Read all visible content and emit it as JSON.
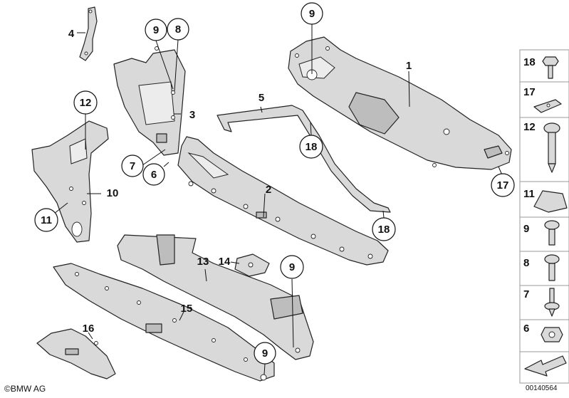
{
  "diagram": {
    "callouts": {
      "c1": "1",
      "c2": "2",
      "c3": "3",
      "c4": "4",
      "c5": "5",
      "c6": "6",
      "c7": "7",
      "c8": "8",
      "c9": "9",
      "c10": "10",
      "c11": "11",
      "c12": "12",
      "c13": "13",
      "c14": "14",
      "c15": "15",
      "c16": "16",
      "c17": "17",
      "c18": "18"
    },
    "legend": [
      "18",
      "17",
      "12",
      "11",
      "9",
      "8",
      "7",
      "6"
    ]
  },
  "footer": {
    "copyright_symbol": "©",
    "brand": "BMW AG",
    "image_code": "00140564"
  },
  "colors": {
    "part_fill": "#d9d9d9",
    "stroke": "#222222"
  }
}
